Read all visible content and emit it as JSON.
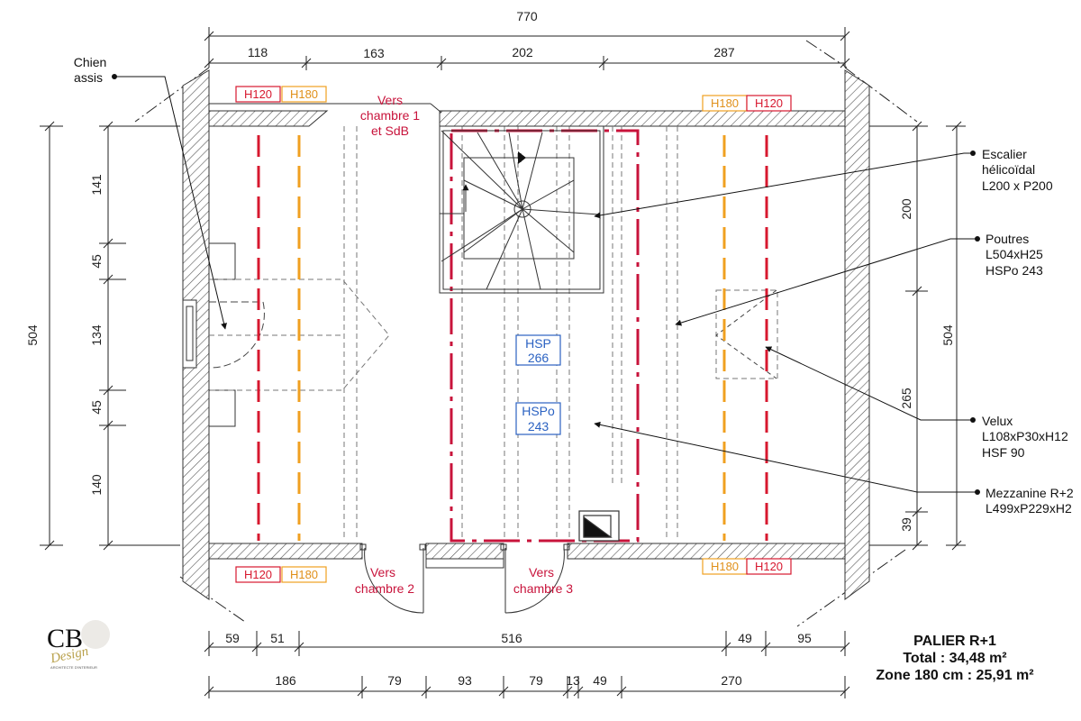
{
  "dims": {
    "total_width": "770",
    "top_segments": [
      "118",
      "163",
      "202",
      "287"
    ],
    "bottom_row1": [
      "59",
      "51",
      "516",
      "49",
      "95"
    ],
    "bottom_row2": [
      "186",
      "79",
      "93",
      "79",
      "13",
      "49",
      "270"
    ],
    "left_total": "504",
    "left_segments": [
      "141",
      "45",
      "134",
      "45",
      "140"
    ],
    "right_total": "504",
    "right_segments": [
      "200",
      "265",
      "39"
    ]
  },
  "tags": {
    "h120": "H120",
    "h180": "H180"
  },
  "labels": {
    "chien_assis_1": "Chien",
    "chien_assis_2": "assis",
    "vers_ch1_1": "Vers",
    "vers_ch1_2": "chambre 1",
    "vers_ch1_3": "et SdB",
    "vers_ch2_1": "Vers",
    "vers_ch2_2": "chambre 2",
    "vers_ch3_1": "Vers",
    "vers_ch3_2": "chambre 3",
    "hsp_1": "HSP",
    "hsp_2": "266",
    "hspo_1": "HSPo",
    "hspo_2": "243"
  },
  "annotations": {
    "escalier": [
      "Escalier",
      "hélicoïdal",
      "L200 x P200"
    ],
    "poutres": [
      "Poutres",
      "L504xH25",
      "HSPo 243"
    ],
    "velux": [
      "Velux",
      "L108xP30xH12",
      "HSF 90"
    ],
    "mezzanine": [
      "Mezzanine R+2",
      "L499xP229xH2"
    ]
  },
  "title": {
    "line1": "PALIER R+1",
    "line2": "Total : 34,48 m²",
    "line3": "Zone 180 cm : 25,91 m²"
  },
  "logo": {
    "initials": "CB",
    "word": "Design",
    "tagline": "ARCHITECTE D'INTERIEUR"
  },
  "colors": {
    "red": "#d7182f",
    "orange": "#f0a020",
    "crimson": "#c8133b",
    "blue": "#2b62c2"
  }
}
